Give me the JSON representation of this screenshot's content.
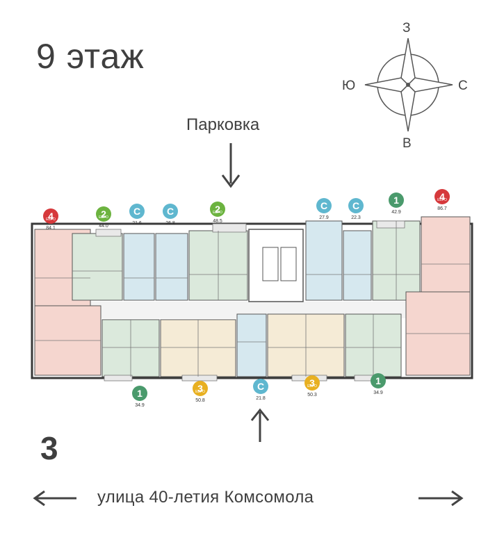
{
  "title": "9 этаж",
  "parking_label": "Парковка",
  "section_number": "3",
  "street_label": "улица 40-летия Комсомола",
  "compass": {
    "north": "З",
    "south": "В",
    "west": "Ю",
    "east": "С"
  },
  "colors": {
    "studio": "#5fb7cf",
    "one_room": "#4a9a6c",
    "two_room_euro": "#6cb33f",
    "three_room_euro": "#e8b021",
    "four_room_euro": "#d6393c"
  },
  "units_top": [
    {
      "type": "4",
      "euro": "ЕВРО",
      "area": "84.1",
      "color": "#d6393c"
    },
    {
      "type": "2",
      "euro": "ЕВРО",
      "area": "44.0",
      "color": "#6cb33f"
    },
    {
      "type": "С",
      "euro": "",
      "area": "21.6",
      "color": "#5fb7cf"
    },
    {
      "type": "С",
      "euro": "",
      "area": "26.8",
      "color": "#5fb7cf"
    },
    {
      "type": "2",
      "euro": "ЕВРО",
      "area": "48.5",
      "color": "#6cb33f"
    },
    {
      "type": "С",
      "euro": "",
      "area": "27.9",
      "color": "#5fb7cf"
    },
    {
      "type": "С",
      "euro": "",
      "area": "22.3",
      "color": "#5fb7cf"
    },
    {
      "type": "1",
      "euro": "",
      "area": "42.9",
      "color": "#4a9a6c"
    },
    {
      "type": "4",
      "euro": "ЕВРО",
      "area": "86.7",
      "color": "#d6393c"
    }
  ],
  "units_bottom": [
    {
      "type": "1",
      "euro": "",
      "area": "34.9",
      "color": "#4a9a6c"
    },
    {
      "type": "3",
      "euro": "ЕВРО",
      "area": "50.8",
      "color": "#e8b021"
    },
    {
      "type": "С",
      "euro": "",
      "area": "21.8",
      "color": "#5fb7cf"
    },
    {
      "type": "3",
      "euro": "ЕВРО",
      "area": "50.3",
      "color": "#e8b021"
    },
    {
      "type": "1",
      "euro": "",
      "area": "34.9",
      "color": "#4a9a6c"
    }
  ]
}
